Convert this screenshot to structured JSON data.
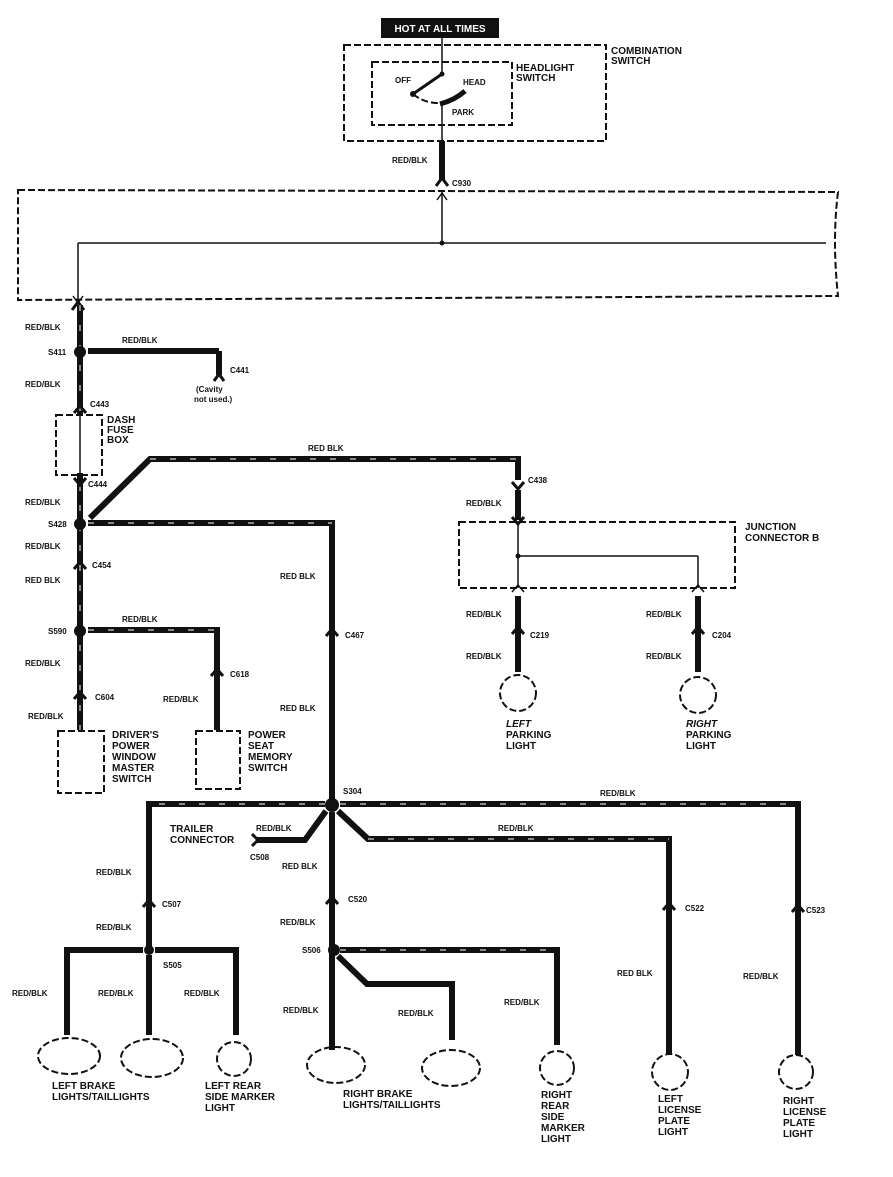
{
  "diagram": {
    "power_source": "HOT AT ALL TIMES",
    "combination_switch": {
      "label_line1": "COMBINATION",
      "label_line2": "SWITCH"
    },
    "headlight_switch": {
      "label_line1": "HEADLIGHT",
      "label_line2": "SWITCH",
      "positions": [
        "OFF",
        "HEAD",
        "PARK"
      ]
    },
    "wire_color": "RED/BLK",
    "wire_color_alt": "RED BLK",
    "connectors": {
      "c930": "C930",
      "c441": "C441",
      "c443": "C443",
      "c444": "C444",
      "c438": "C438",
      "c454": "C454",
      "c467": "C467",
      "c618": "C618",
      "c604": "C604",
      "c219": "C219",
      "c204": "C204",
      "c508": "C508",
      "c507": "C507",
      "c520": "C520",
      "c522": "C522",
      "c523": "C523"
    },
    "splices": {
      "s411": "S411",
      "s428": "S428",
      "s590": "S590",
      "s304": "S304",
      "s505": "S505",
      "s506": "S506"
    },
    "cavity_note": {
      "line1": "(Cavity",
      "line2": "not used.)"
    },
    "dash_fuse_box": [
      "DASH",
      "FUSE",
      "BOX"
    ],
    "junction_connector": {
      "line1": "JUNCTION",
      "line2": "CONNECTOR B"
    },
    "components": {
      "left_parking": [
        "LEFT",
        "PARKING",
        "LIGHT"
      ],
      "right_parking": [
        "RIGHT",
        "PARKING",
        "LIGHT"
      ],
      "drivers_window": [
        "DRIVER'S",
        "POWER",
        "WINDOW",
        "MASTER",
        "SWITCH"
      ],
      "seat_memory": [
        "POWER",
        "SEAT",
        "MEMORY",
        "SWITCH"
      ],
      "trailer": [
        "TRAILER",
        "CONNECTOR"
      ],
      "left_brake": [
        "LEFT BRAKE",
        "LIGHTS/TAILLIGHTS"
      ],
      "left_rear_marker": [
        "LEFT REAR",
        "SIDE MARKER",
        "LIGHT"
      ],
      "right_brake": [
        "RIGHT BRAKE",
        "LIGHTS/TAILLIGHTS"
      ],
      "right_rear_marker": [
        "RIGHT",
        "REAR",
        "SIDE",
        "MARKER",
        "LIGHT"
      ],
      "left_license": [
        "LEFT",
        "LICENSE",
        "PLATE",
        "LIGHT"
      ],
      "right_license": [
        "RIGHT",
        "LICENSE",
        "PLATE",
        "LIGHT"
      ]
    }
  }
}
